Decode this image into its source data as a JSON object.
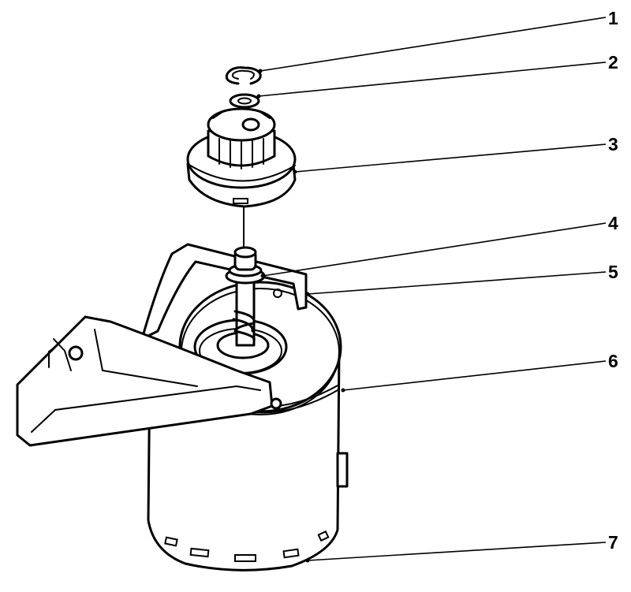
{
  "callouts": [
    {
      "label": "1",
      "part": "retaining-ring"
    },
    {
      "label": "2",
      "part": "washer"
    },
    {
      "label": "3",
      "part": "pinion-gear"
    },
    {
      "label": "4",
      "part": "drive-shaft-assembly"
    },
    {
      "label": "5",
      "part": "mounting-bracket"
    },
    {
      "label": "6",
      "part": "motor-housing"
    },
    {
      "label": "7",
      "part": "motor-end-cap"
    }
  ]
}
